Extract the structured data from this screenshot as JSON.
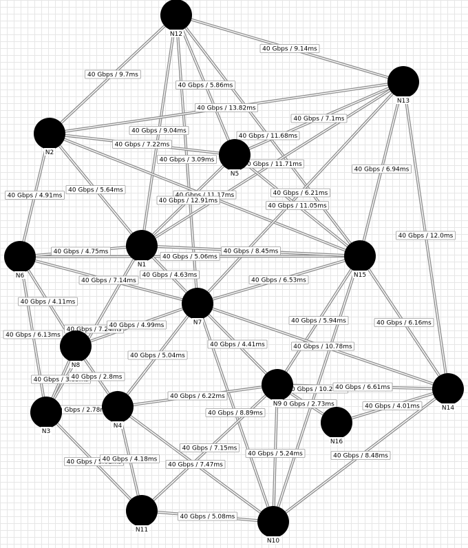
{
  "nodes": [
    {
      "id": "N12",
      "label": "N12"
    },
    {
      "id": "N13",
      "label": "N13"
    },
    {
      "id": "N2",
      "label": "N2"
    },
    {
      "id": "N5",
      "label": "N5"
    },
    {
      "id": "N6",
      "label": "N6"
    },
    {
      "id": "N1",
      "label": "N1"
    },
    {
      "id": "N15",
      "label": "N15"
    },
    {
      "id": "N7",
      "label": "N7"
    },
    {
      "id": "N8",
      "label": "N8"
    },
    {
      "id": "N3",
      "label": "N3"
    },
    {
      "id": "N4",
      "label": "N4"
    },
    {
      "id": "N9",
      "label": "N9"
    },
    {
      "id": "N14",
      "label": "N14"
    },
    {
      "id": "N16",
      "label": "N16"
    },
    {
      "id": "N11",
      "label": "N11"
    },
    {
      "id": "N10",
      "label": "N10"
    }
  ],
  "links": [
    {
      "from": "N12",
      "to": "N13",
      "label": "40 Gbps / 9.14ms"
    },
    {
      "from": "N12",
      "to": "N2",
      "label": "40 Gbps / 9.7ms"
    },
    {
      "from": "N12",
      "to": "N5",
      "label": "40 Gbps / 5.86ms"
    },
    {
      "from": "N12",
      "to": "N1",
      "label": "40 Gbps / 9.04ms"
    },
    {
      "from": "N12",
      "to": "N7",
      "label": "40 Gbps / 3.09ms"
    },
    {
      "from": "N12",
      "to": "N15",
      "label": "40 Gbps / 11.68ms"
    },
    {
      "from": "N2",
      "to": "N13",
      "label": "40 Gbps / 13.82ms"
    },
    {
      "from": "N2",
      "to": "N5",
      "label": "40 Gbps / 7.22ms"
    },
    {
      "from": "N2",
      "to": "N15",
      "label": "40 Gbps / 11.17ms"
    },
    {
      "from": "N2",
      "to": "N1",
      "label": "40 Gbps / 5.64ms"
    },
    {
      "from": "N2",
      "to": "N6",
      "label": "40 Gbps / 4.91ms"
    },
    {
      "from": "N13",
      "to": "N5",
      "label": "40 Gbps / 7.1ms"
    },
    {
      "from": "N13",
      "to": "N1",
      "label": "40 Gbps / 11.71ms"
    },
    {
      "from": "N13",
      "to": "N7",
      "label": "40 Gbps / 6.21ms"
    },
    {
      "from": "N13",
      "to": "N15",
      "label": "40 Gbps / 6.94ms"
    },
    {
      "from": "N13",
      "to": "N14",
      "label": "40 Gbps / 12.0ms"
    },
    {
      "from": "N5",
      "to": "N15",
      "label": "40 Gbps / 11.05ms"
    },
    {
      "from": "N5",
      "to": "N1",
      "label": "40 Gbps / 12.91ms"
    },
    {
      "from": "N6",
      "to": "N15",
      "label": "40 Gbps / 5.06ms"
    },
    {
      "from": "N6",
      "to": "N1",
      "label": "40 Gbps / 4.75ms"
    },
    {
      "from": "N6",
      "to": "N7",
      "label": "40 Gbps / 7.14ms"
    },
    {
      "from": "N6",
      "to": "N8",
      "label": "40 Gbps / 4.11ms"
    },
    {
      "from": "N6",
      "to": "N3",
      "label": "40 Gbps / 6.13ms"
    },
    {
      "from": "N1",
      "to": "N15",
      "label": "40 Gbps / 8.45ms"
    },
    {
      "from": "N1",
      "to": "N7",
      "label": "40 Gbps / 4.63ms"
    },
    {
      "from": "N1",
      "to": "N3",
      "label": "40 Gbps / 7.24ms"
    },
    {
      "from": "N15",
      "to": "N7",
      "label": "40 Gbps / 6.53ms"
    },
    {
      "from": "N15",
      "to": "N9",
      "label": "40 Gbps / 5.94ms"
    },
    {
      "from": "N15",
      "to": "N14",
      "label": "40 Gbps / 6.16ms"
    },
    {
      "from": "N15",
      "to": "N10",
      "label": "40 Gbps / 10.22ms"
    },
    {
      "from": "N7",
      "to": "N8",
      "label": "40 Gbps / 4.99ms"
    },
    {
      "from": "N7",
      "to": "N4",
      "label": "40 Gbps / 5.04ms"
    },
    {
      "from": "N7",
      "to": "N9",
      "label": "40 Gbps / 4.41ms"
    },
    {
      "from": "N7",
      "to": "N14",
      "label": "40 Gbps / 10.78ms"
    },
    {
      "from": "N7",
      "to": "N10",
      "label": "40 Gbps / 8.89ms"
    },
    {
      "from": "N8",
      "to": "N3",
      "label": "40 Gbps / 3.85ms"
    },
    {
      "from": "N8",
      "to": "N4",
      "label": "40 Gbps / 2.8ms"
    },
    {
      "from": "N3",
      "to": "N4",
      "label": "40 Gbps / 2.78ms"
    },
    {
      "from": "N3",
      "to": "N11",
      "label": "40 Gbps / 5.01ms"
    },
    {
      "from": "N4",
      "to": "N9",
      "label": "40 Gbps / 6.22ms"
    },
    {
      "from": "N4",
      "to": "N11",
      "label": "40 Gbps / 4.18ms"
    },
    {
      "from": "N4",
      "to": "N10",
      "label": "40 Gbps / 7.47ms"
    },
    {
      "from": "N9",
      "to": "N14",
      "label": "40 Gbps / 6.61ms"
    },
    {
      "from": "N9",
      "to": "N16",
      "label": "40 Gbps / 2.73ms"
    },
    {
      "from": "N9",
      "to": "N11",
      "label": "40 Gbps / 7.15ms"
    },
    {
      "from": "N9",
      "to": "N10",
      "label": "40 Gbps / 5.24ms"
    },
    {
      "from": "N14",
      "to": "N16",
      "label": "40 Gbps / 4.01ms"
    },
    {
      "from": "N14",
      "to": "N10",
      "label": "40 Gbps / 8.48ms"
    },
    {
      "from": "N11",
      "to": "N10",
      "label": "40 Gbps / 5.08ms"
    }
  ]
}
